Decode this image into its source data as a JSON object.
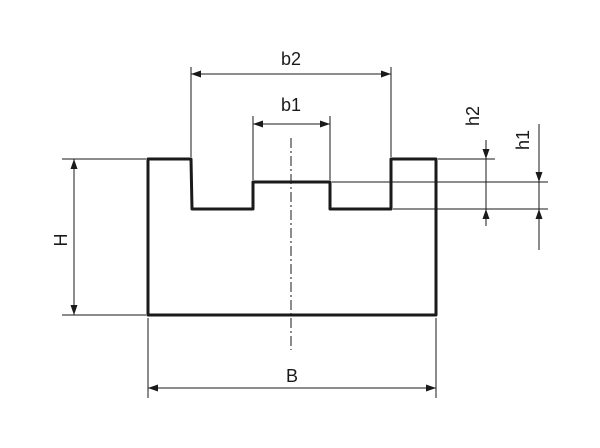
{
  "labels": {
    "b2": "b2",
    "b1": "b1",
    "h2": "h2",
    "h1": "h1",
    "H": "H",
    "B": "B"
  },
  "colors": {
    "line": "#1a1a1a",
    "background": "#ffffff"
  }
}
